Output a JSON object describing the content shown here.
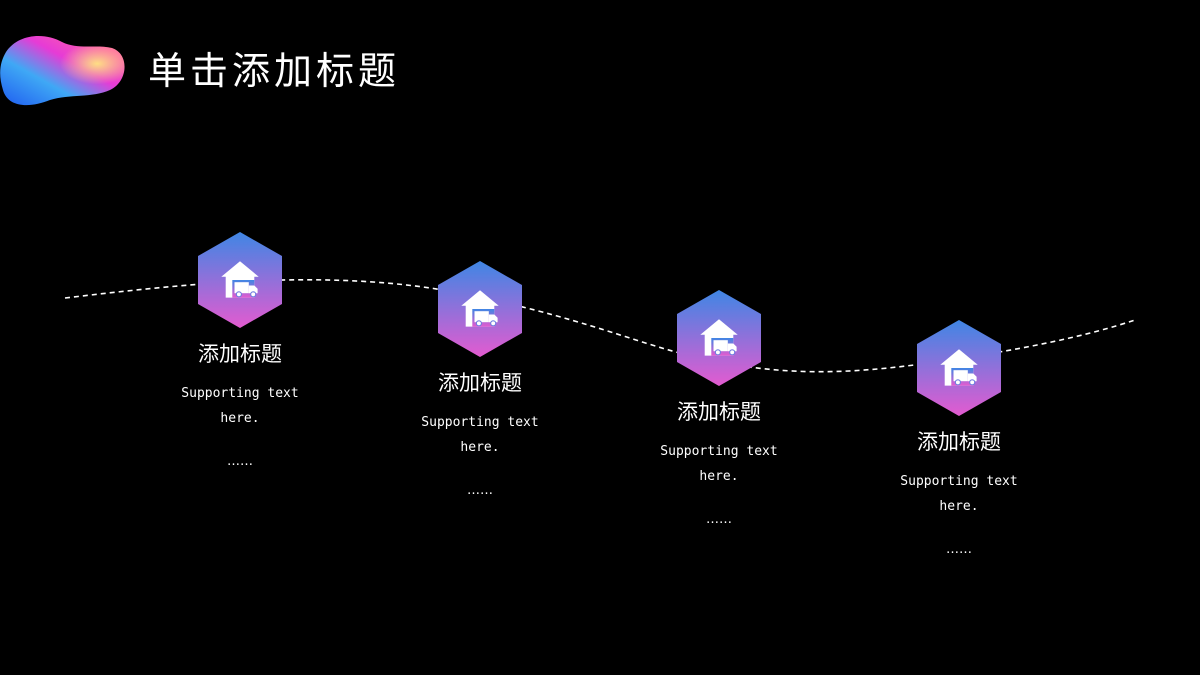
{
  "title": "单击添加标题",
  "colors": {
    "background": "#000000",
    "text": "#ffffff",
    "hex_gradient_top": "#3f86e4",
    "hex_gradient_bottom": "#e35bd0",
    "wave_line": "#ffffff"
  },
  "icon": "warehouse-truck-icon",
  "steps": [
    {
      "title": "添加标题",
      "text_line1": "Supporting text",
      "text_line2": "here.",
      "ellipsis": "……"
    },
    {
      "title": "添加标题",
      "text_line1": "Supporting text",
      "text_line2": "here.",
      "ellipsis": "……"
    },
    {
      "title": "添加标题",
      "text_line1": "Supporting text",
      "text_line2": "here.",
      "ellipsis": "……"
    },
    {
      "title": "添加标题",
      "text_line1": "Supporting text",
      "text_line2": "here.",
      "ellipsis": "……"
    }
  ]
}
